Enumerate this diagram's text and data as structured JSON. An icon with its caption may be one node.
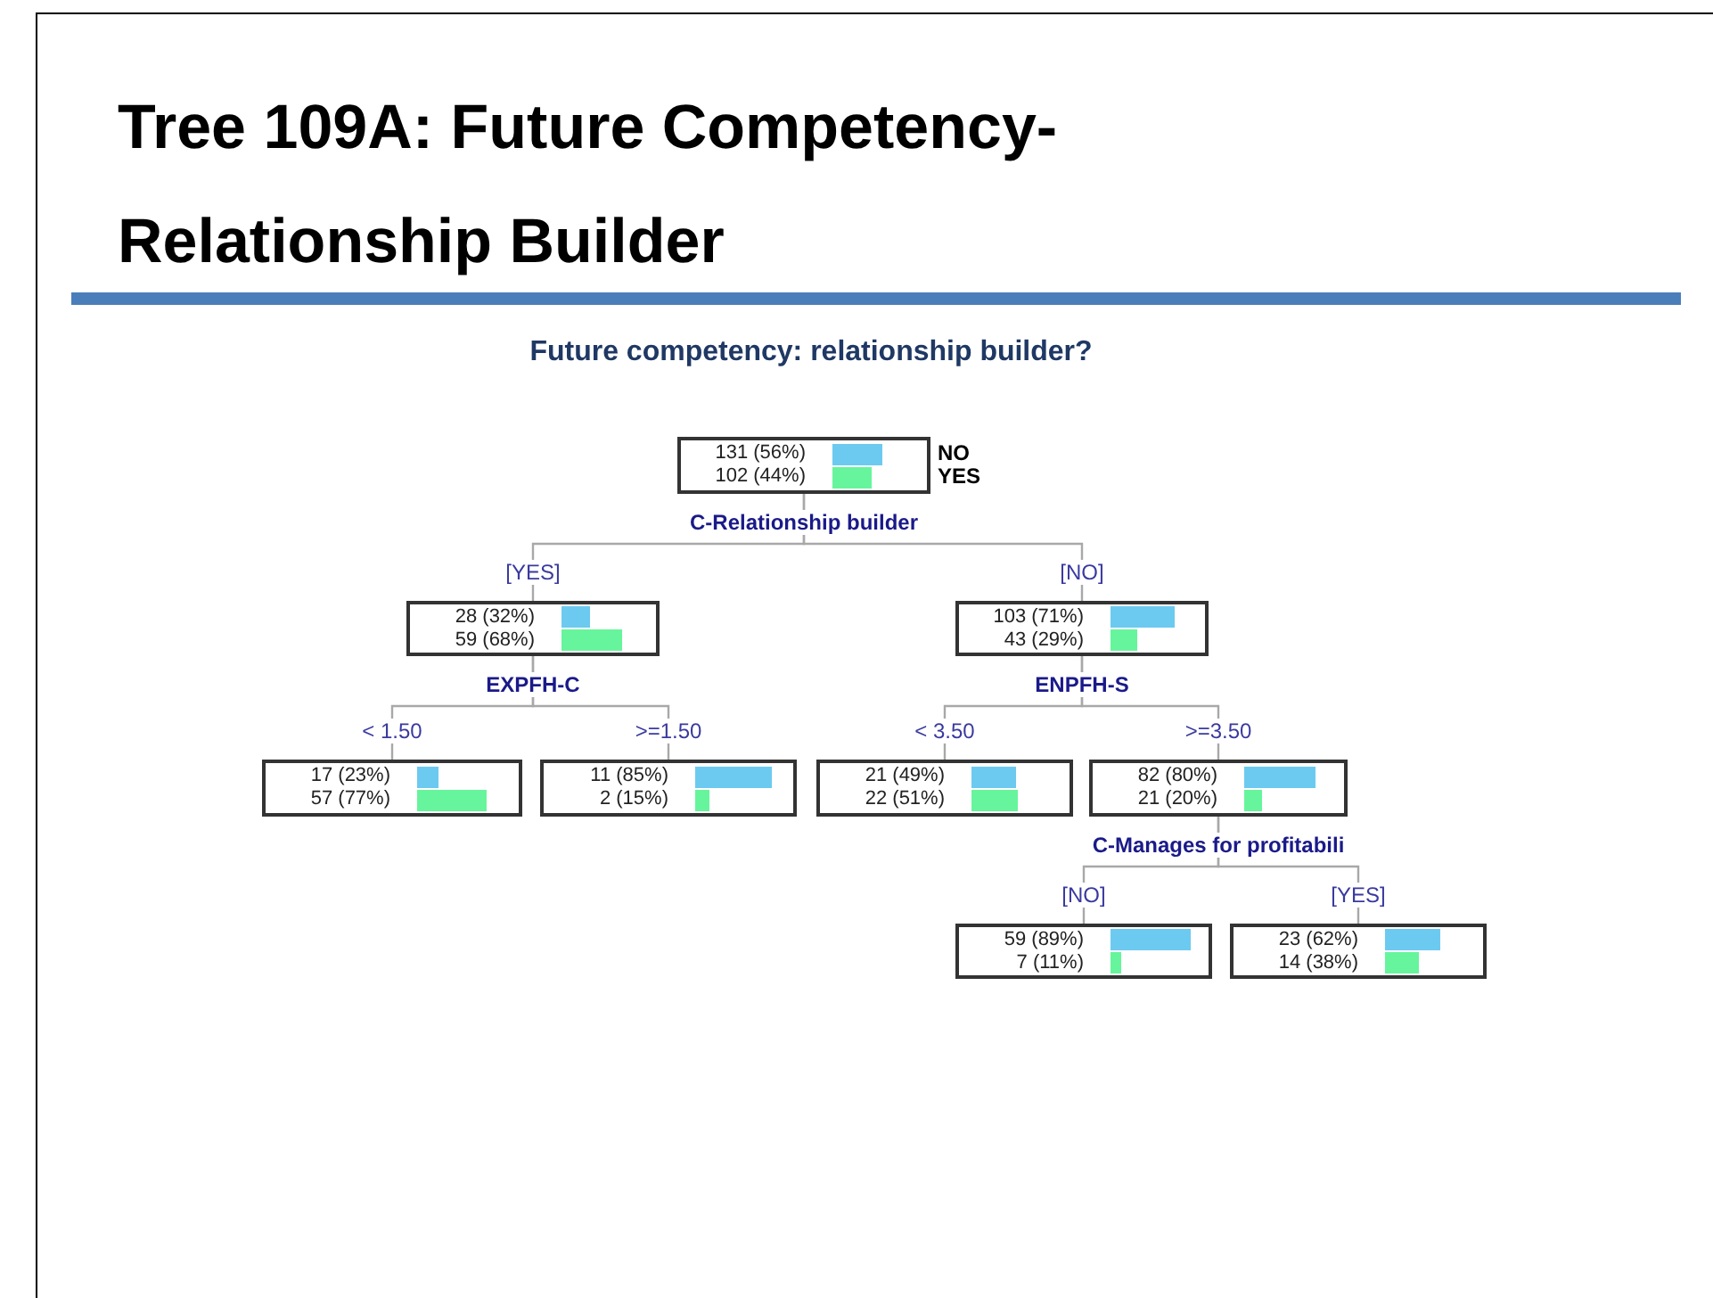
{
  "diagram": {
    "title": "Tree 109A: Future Competency-Relationship Builder",
    "nodes": [
      {
        "text": [
          "131 (56%)",
          "102 (44%)"
        ],
        "beside": [
          "C-Relationship builder"
        ]
      },
      {
        "text": [
          "28 (32%)",
          "59 (68%)"
        ],
        "beside": [
          "EXPFH-C"
        ]
      },
      {
        "text": [
          "103 (71%)",
          "43 (29%)"
        ],
        "beside": [
          "ENPFH-S"
        ]
      },
      {
        "text": [
          "17 (23%)",
          "57 (77%)"
        ]
      },
      {
        "text": [
          "11 (85%)",
          "2 (15%)"
        ]
      },
      {
        "text": [
          "21 (49%)",
          "22 (51%)"
        ]
      },
      {
        "text": [
          "82 (80%)",
          "21 (20%)"
        ],
        "beside": [
          "C-Manages for profitabili"
        ]
      },
      {
        "text": [
          "59 (89%)",
          "7 (11%)"
        ]
      },
      {
        "text": [
          "23 (62%)",
          "14 (38%)"
        ]
      }
    ],
    "edges": [
      {
        "from": 0,
        "to": 1,
        "arrow": "none",
        "label": "[YES]"
      },
      {
        "from": 0,
        "to": 2,
        "arrow": "none",
        "label": "[NO]"
      },
      {
        "from": 1,
        "to": 3,
        "arrow": "none",
        "label": "< 1.50"
      },
      {
        "from": 1,
        "to": 4,
        "arrow": "none",
        "label": ">=1.50"
      },
      {
        "from": 2,
        "to": 5,
        "arrow": "none",
        "label": "< 3.50"
      },
      {
        "from": 2,
        "to": 6,
        "arrow": "none",
        "label": ">=3.50"
      },
      {
        "from": 6,
        "to": 7,
        "arrow": "none",
        "label": "[NO]"
      },
      {
        "from": 6,
        "to": 8,
        "arrow": "none",
        "label": "[YES]"
      }
    ],
    "labels": [
      "Future competency: relationship builder?"
    ],
    "legend": [
      {
        "text": "NO",
        "color": "#6ccaf0"
      },
      {
        "text": "YES",
        "color": "#66f59c"
      }
    ]
  }
}
